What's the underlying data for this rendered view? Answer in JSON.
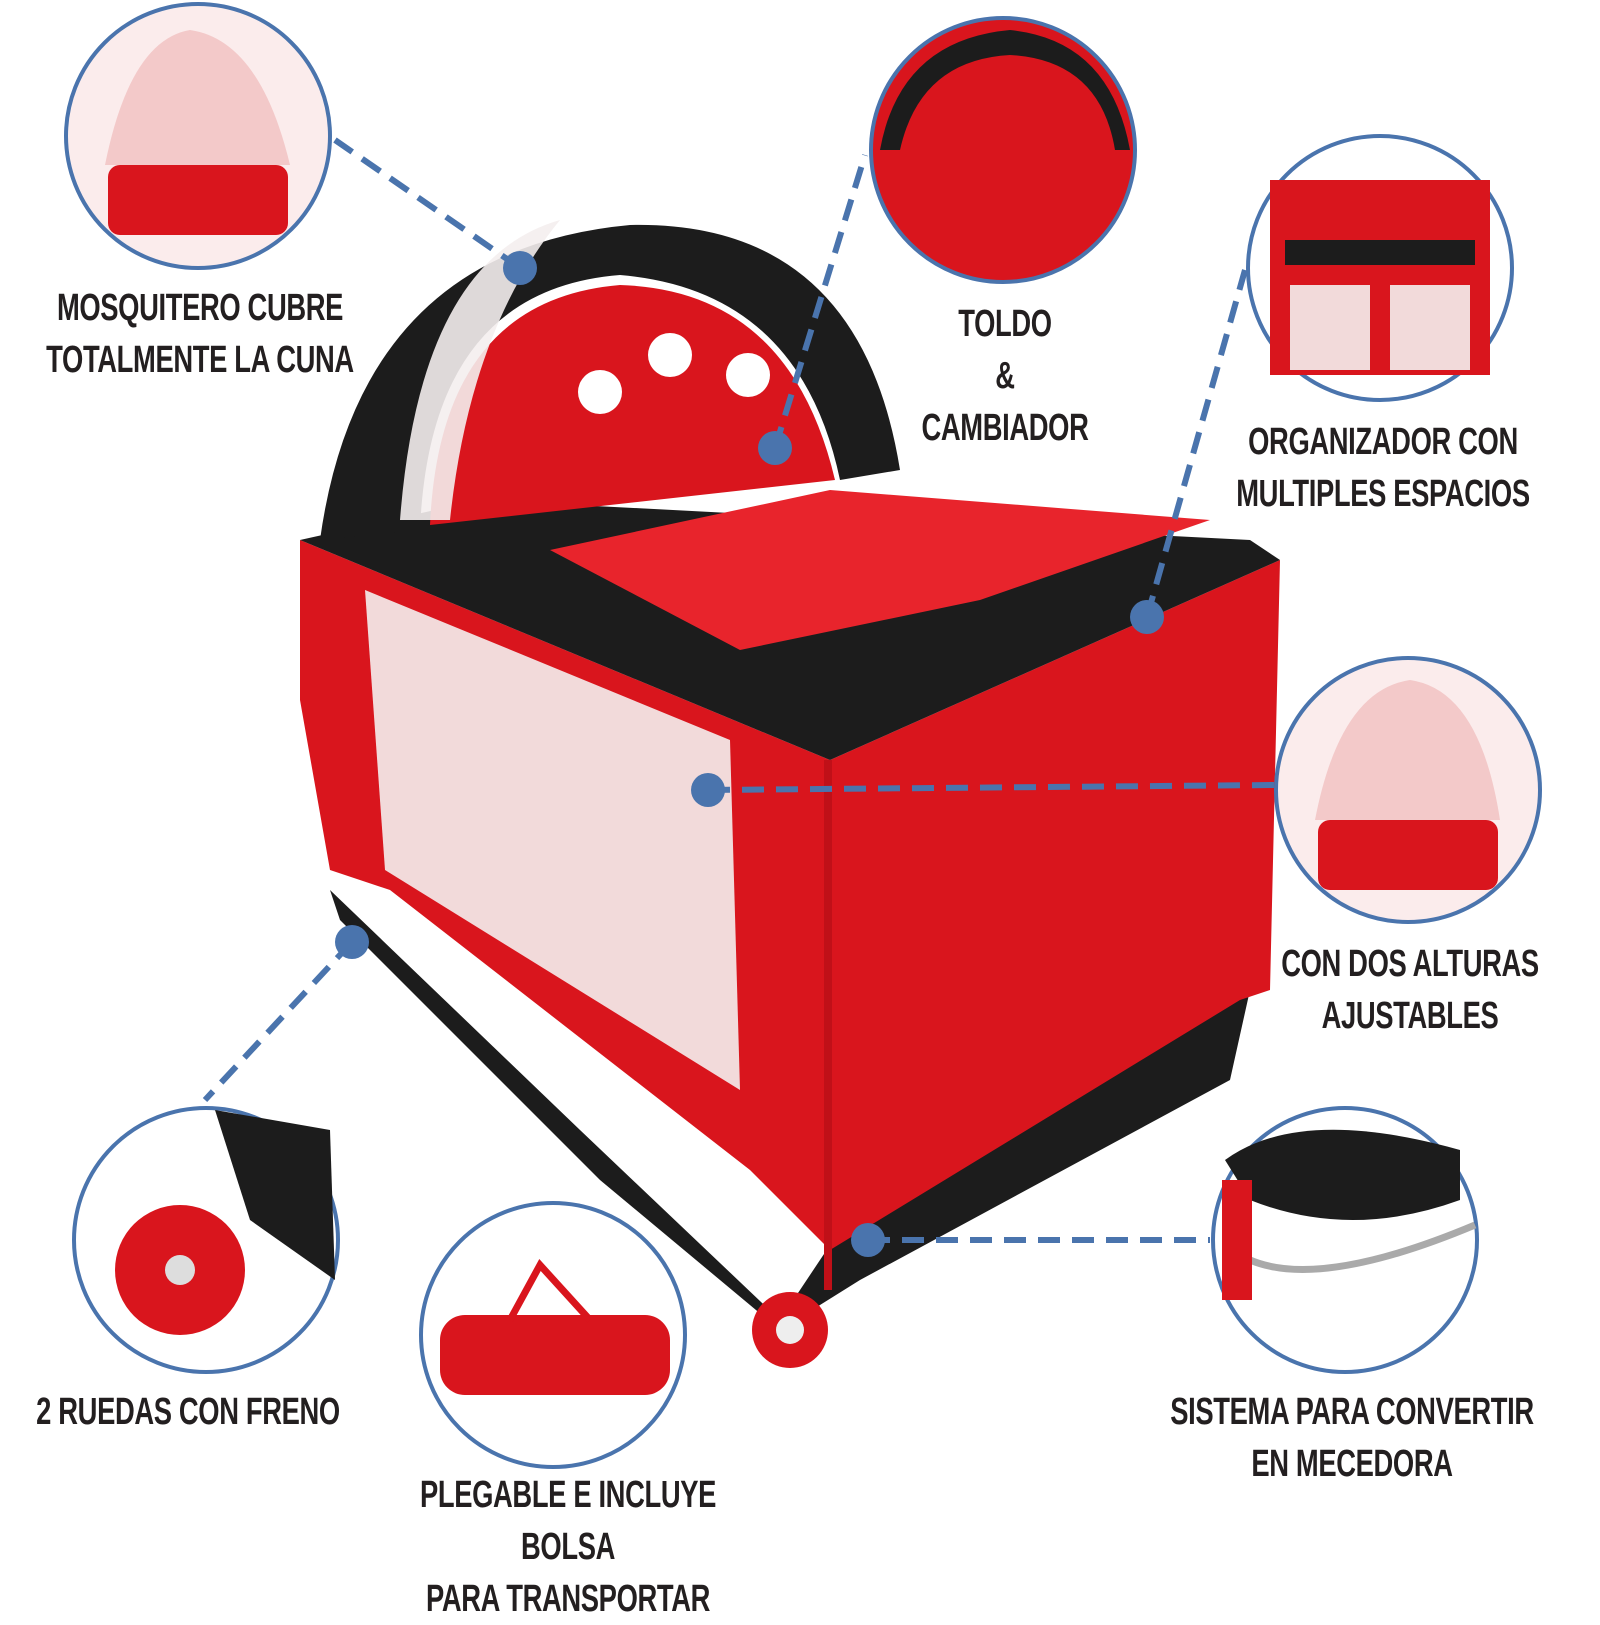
{
  "features": [
    {
      "id": "mosquitero",
      "lines": [
        "MOSQUITERO CUBRE",
        "TOTALMENTE LA CUNA"
      ]
    },
    {
      "id": "toldo",
      "lines": [
        "TOLDO",
        "&",
        "CAMBIADOR"
      ]
    },
    {
      "id": "organizador",
      "lines": [
        "ORGANIZADOR CON",
        "MULTIPLES ESPACIOS"
      ]
    },
    {
      "id": "alturas",
      "lines": [
        "CON DOS ALTURAS",
        "AJUSTABLES"
      ]
    },
    {
      "id": "ruedas",
      "lines": [
        "2 RUEDAS CON FRENO"
      ]
    },
    {
      "id": "plegable",
      "lines": [
        "PLEGABLE E INCLUYE BOLSA",
        "PARA TRANSPORTAR"
      ]
    },
    {
      "id": "mecedora",
      "lines": [
        "SISTEMA PARA CONVERTIR",
        "EN MECEDORA"
      ]
    }
  ],
  "colors": {
    "accent": "#4a74ad",
    "crib_red": "#d9151d",
    "crib_black": "#1c1c1c",
    "mesh": "#f2dada",
    "text": "#231f20"
  }
}
